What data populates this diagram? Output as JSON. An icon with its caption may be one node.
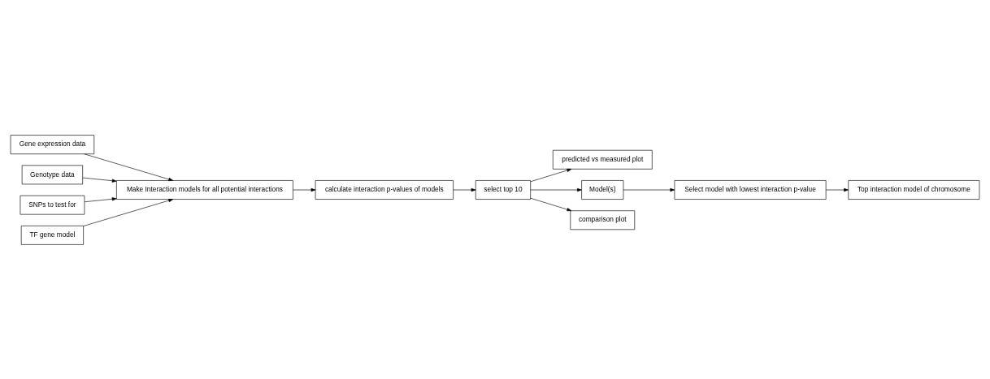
{
  "diagram": {
    "nodes": [
      {
        "text": [
          "Gene expression data"
        ]
      },
      {
        "text": [
          "Genotype data"
        ]
      },
      {
        "text": [
          "SNPs to test for"
        ]
      },
      {
        "text": [
          "TF gene model"
        ]
      },
      {
        "text": [
          "Make Interaction models for all potential interactions"
        ]
      },
      {
        "text": [
          "calculate interaction p-values of models"
        ]
      },
      {
        "text": [
          "select top 10"
        ]
      },
      {
        "text": [
          "predicted vs measured plot"
        ]
      },
      {
        "text": [
          "Model(s)"
        ]
      },
      {
        "text": [
          "comparison plot"
        ]
      },
      {
        "text": [
          "Select model with lowest interaction p-value"
        ]
      },
      {
        "text": [
          "Top interaction model of chromosome"
        ]
      }
    ],
    "edges": [
      {
        "from": 0,
        "to": 4,
        "arrow": "to"
      },
      {
        "from": 1,
        "to": 4,
        "arrow": "to"
      },
      {
        "from": 2,
        "to": 4,
        "arrow": "to"
      },
      {
        "from": 3,
        "to": 4,
        "arrow": "to"
      },
      {
        "from": 4,
        "to": 5,
        "arrow": "to"
      },
      {
        "from": 5,
        "to": 6,
        "arrow": "to"
      },
      {
        "from": 6,
        "to": 7,
        "arrow": "to"
      },
      {
        "from": 6,
        "to": 8,
        "arrow": "to"
      },
      {
        "from": 6,
        "to": 9,
        "arrow": "to"
      },
      {
        "from": 8,
        "to": 10,
        "arrow": "to"
      },
      {
        "from": 10,
        "to": 11,
        "arrow": "to"
      }
    ]
  }
}
